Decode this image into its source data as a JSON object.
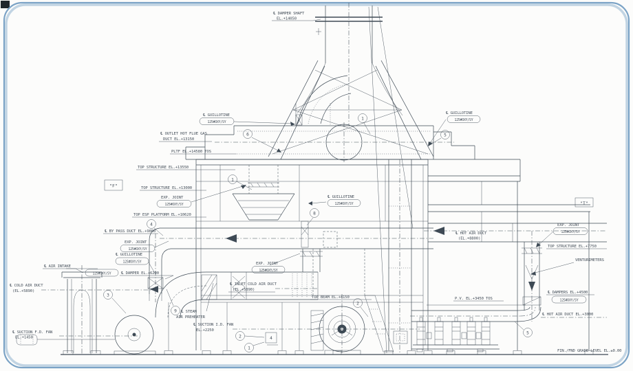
{
  "colors": {
    "line": "#3E4A55",
    "text": "#454F5A",
    "background": "#FCFCFB",
    "frame_border": "#7BA3C6",
    "artifact": "#20262C"
  },
  "section_markers": {
    "left": "\"F\"",
    "right": "\"T\""
  },
  "callouts": [
    "1",
    "1",
    "6",
    "5",
    "8",
    "4",
    "3",
    "9",
    "2",
    "1",
    "2",
    "4",
    "5"
  ],
  "labels": {
    "damper_shaft_1": "℄ DAMPER SHAFT",
    "damper_shaft_2": "EL.+14050",
    "guillotine_top": "℄ GUILLOTINE",
    "guillotine_top_tag": "125#OXY/SY",
    "outlet_flue_1": "℄ OUTLET HOT FLUE GAS",
    "outlet_flue_2": "DUCT EL.+13150",
    "pltf_tos": "PLTF EL.+14580 TOS",
    "top_structure_13550": "TOP STRUCTURE EL.+13550",
    "top_structure_13000": "TOP STRUCTURE EL.+13000",
    "exp_joint_hood": "EXP. JOINT",
    "exp_joint_hood_tag": "125#OXY/SY",
    "top_esp_platform": "TOP ESP PLATFORM EL.+10620",
    "bypass_duct": "℄ BY PASS DUCT EL.+9800",
    "exp_joint_bypass": "EXP. JOINT",
    "exp_joint_bypass_tag": "125#OXY/SY",
    "air_intake": "℄ AIR INTAKE",
    "damper_6200_tag": "125#OXY/SY",
    "damper_6200": "℄ DAMPER EL.+6200",
    "guillotine_left": "℄ GUILLOTINE",
    "guillotine_left_tag": "125#OXY/SY",
    "cold_air_duct_1": "℄ COLD AIR DUCT",
    "cold_air_duct_2": "(EL.+5890)",
    "suction_fd_fan_1": "℄ SUCTION F.D. FAN",
    "suction_fd_fan_2": "EL.+1450",
    "steam_aph_1": "℄ STEAM",
    "steam_aph_2": "AIR PREHEATER",
    "suction_id_fan_1": "℄ SUCTION I.D. FAN",
    "suction_id_fan_2": "EL.+2250",
    "exp_joint_inlet": "EXP. JOINT",
    "exp_joint_inlet_tag": "125#OXY/SY",
    "inlet_cold_air_1": "℄ INLET COLD AIR DUCT",
    "inlet_cold_air_2": "(EL.+5890)",
    "top_beam": "TOP BEAM EL.+4150",
    "guillotine_mid": "℄ GUILLOTINE",
    "guillotine_mid_tag": "125#OXY/SY",
    "guillotine_right": "℄ GUILLOTINE",
    "guillotine_right_tag": "125#OXY/SY",
    "hot_air_duct_1": "℄ HOT AIR DUCT",
    "hot_air_duct_2": "(EL.+8800)",
    "exp_joint_right": "EXP. JOINT",
    "exp_joint_right_tag": "125#OXY/SY",
    "top_structure_7750": "TOP STRUCTURE EL.+7750",
    "venturimeters": "VENTURIMETERS",
    "dampers_4500": "℄ DAMPERS EL.+4500",
    "dampers_4500_tag": "125#OXY/SY",
    "hot_air_3000": "℄ HOT AIR DUCT EL.+3000",
    "pv_tos": "P.V. EL.+3450 TOS",
    "grade_level": "FIN./FND GRADE LEVEL EL.±0.00"
  }
}
